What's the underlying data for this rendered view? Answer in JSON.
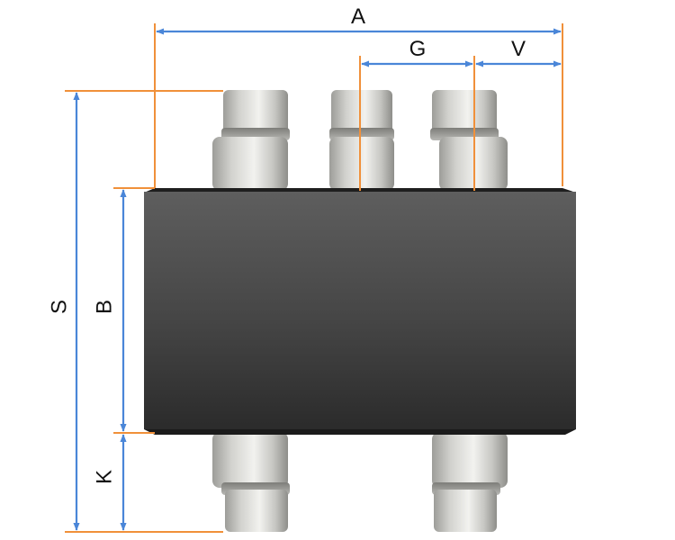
{
  "labels": {
    "a": "A",
    "g": "G",
    "v": "V",
    "s": "S",
    "b": "B",
    "k": "K"
  },
  "colors": {
    "dimension_arrow": "#4a86d8",
    "extension_line": "#f0903a",
    "body_dark": "#2f2f2f",
    "body_light": "#5c5c5c",
    "lead": "#c4c4c0"
  }
}
